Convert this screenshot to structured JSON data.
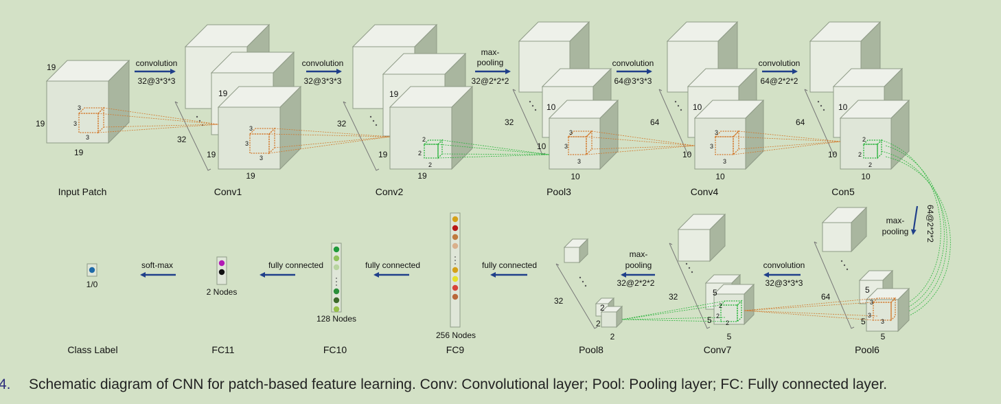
{
  "caption": {
    "number": "4.",
    "text": "Schematic diagram of CNN for patch-based feature learning. Conv: Convolutional layer; Pool: Pooling layer; FC: Fully connected layer."
  },
  "colors": {
    "background": "#d3e1c6",
    "arrow": "#1f3f8a",
    "orange_link": "#d2772a",
    "green_link": "#27b33a",
    "cube_face": "#dfe6d8",
    "cube_top": "#eef1ea",
    "cube_side": "#a9b69f"
  },
  "layers": {
    "input": {
      "name": "Input Patch",
      "dim1": "19",
      "dim2": "19",
      "dim3": "19",
      "k1": "3",
      "k2": "3",
      "k3": "3"
    },
    "conv1": {
      "name": "Conv1",
      "depth": "32",
      "d_back": "19",
      "d_left": "19",
      "d_bottom": "19",
      "k1": "3",
      "k2": "3",
      "k3": "3"
    },
    "conv2": {
      "name": "Conv2",
      "depth": "32",
      "d_back": "19",
      "d_left": "19",
      "d_bottom": "19",
      "k1": "2",
      "k2": "2",
      "k3": "2"
    },
    "pool3": {
      "name": "Pool3",
      "depth": "32",
      "d_back": "10",
      "d_left": "10",
      "d_bottom": "10",
      "k1": "3",
      "k2": "3",
      "k3": "3"
    },
    "conv4": {
      "name": "Conv4",
      "depth": "64",
      "d_back": "10",
      "d_left": "10",
      "d_bottom": "10",
      "k1": "3",
      "k2": "3",
      "k3": "3"
    },
    "con5": {
      "name": "Con5",
      "depth": "64",
      "d_back": "10",
      "d_left": "10",
      "d_bottom": "10",
      "k1": "2",
      "k2": "2",
      "k3": "2"
    },
    "pool6": {
      "name": "Pool6",
      "depth": "64",
      "d_back": "5",
      "d_left": "5",
      "d_bottom": "5",
      "k1": "3",
      "k2": "3",
      "k3": "3"
    },
    "conv7": {
      "name": "Conv7",
      "depth": "32",
      "d_back": "5",
      "d_left": "5",
      "d_bottom": "5",
      "k1": "2",
      "k2": "2",
      "k3": "2"
    },
    "pool8": {
      "name": "Pool8",
      "depth": "32",
      "d_back": "2",
      "d_left": "2",
      "d_bottom": "2"
    },
    "fc9": {
      "name": "FC9",
      "nodes": "256 Nodes"
    },
    "fc10": {
      "name": "FC10",
      "nodes": "128 Nodes"
    },
    "fc11": {
      "name": "FC11",
      "nodes": "2 Nodes"
    },
    "class": {
      "name": "Class Label",
      "value": "1/0"
    }
  },
  "ops": {
    "op1": {
      "line1": "convolution",
      "line2": "32@3*3*3"
    },
    "op2": {
      "line1": "convolution",
      "line2": "32@3*3*3"
    },
    "op3": {
      "line1": "max-",
      "line2": "pooling",
      "line3": "32@2*2*2"
    },
    "op4": {
      "line1": "convolution",
      "line2": "64@3*3*3"
    },
    "op5": {
      "line1": "convolution",
      "line2": "64@2*2*2"
    },
    "op6": {
      "line1": "max-",
      "line2": "pooling",
      "line3": "64@2*2*2"
    },
    "op7": {
      "line1": "convolution",
      "line2": "32@3*3*3"
    },
    "op8": {
      "line1": "max-",
      "line2": "pooling",
      "line3": "32@2*2*2"
    },
    "op9": {
      "line1": "fully connected"
    },
    "op10": {
      "line1": "fully connected"
    },
    "op11": {
      "line1": "fully connected"
    },
    "op12": {
      "line1": "soft-max"
    }
  },
  "node_colors": {
    "fc9": [
      "#d4a11a",
      "#b81818",
      "#c07a3f",
      "#d9b08c",
      "#d4a11a",
      "#e6e02a",
      "#d8443a",
      "#b9683a"
    ],
    "fc10": [
      "#1f9a3a",
      "#8fc25c",
      "#b8d4a0",
      "#2a8f3a",
      "#3d6a2a",
      "#95c04a"
    ],
    "fc11": [
      "#b21ab5",
      "#111111"
    ],
    "class": [
      "#1e6aa8"
    ]
  }
}
